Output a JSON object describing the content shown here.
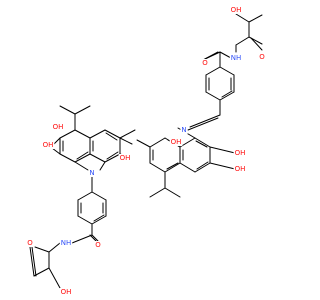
{
  "colors": {
    "oxygen": "#ff0d0d",
    "nitrogen": "#3050f8",
    "carbon": "#000000",
    "background": "#ffffff"
  },
  "labels": {
    "cooh_top": {
      "o_upper": "OH",
      "o_lower": "O",
      "acid_o": "O"
    },
    "amide_top": {
      "nh": "NH",
      "o": "O"
    },
    "imine_top": "N",
    "right_naph": {
      "oh1": "OH",
      "oh2": "OH",
      "oh3": "OH"
    },
    "left_naph": {
      "oh1": "OH",
      "oh2": "OH",
      "oh3": "OH"
    },
    "imine_bottom": "N",
    "amide_bottom": {
      "nh": "NH",
      "o": "O"
    },
    "cooh_bottom": {
      "o": "O",
      "oh": "OH"
    }
  }
}
